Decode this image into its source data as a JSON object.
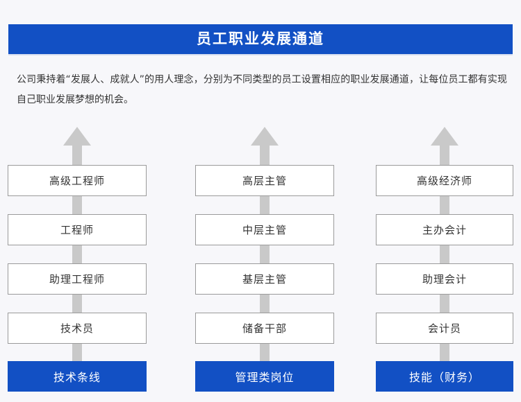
{
  "header": {
    "title": "员工职业发展通道",
    "background_color": "#1250c4",
    "text_color": "#ffffff"
  },
  "intro": {
    "paragraph": "公司秉持着“发展人、成就人”的用人理念，分别为不同类型的员工设置相应的职业发展通道，让每位员工都有实现自己职业发展梦想的机会。"
  },
  "page": {
    "background_color": "#f7f7fa",
    "arrow_color": "#c9c9c9",
    "node_border_color": "#9a9a9a",
    "node_background": "#ffffff",
    "base_background": "#1250c4"
  },
  "columns": [
    {
      "id": "technical-track",
      "arrow_icon": "up-arrow-icon",
      "levels": [
        {
          "label": "高级工程师"
        },
        {
          "label": "工程师"
        },
        {
          "label": "助理工程师"
        },
        {
          "label": "技术员"
        }
      ],
      "base": {
        "label": "技术条线"
      }
    },
    {
      "id": "management-track",
      "arrow_icon": "up-arrow-icon",
      "levels": [
        {
          "label": "高层主管"
        },
        {
          "label": "中层主管"
        },
        {
          "label": "基层主管"
        },
        {
          "label": "储备干部"
        }
      ],
      "base": {
        "label": "管理类岗位"
      }
    },
    {
      "id": "skill-finance-track",
      "arrow_icon": "up-arrow-icon",
      "levels": [
        {
          "label": "高级经济师"
        },
        {
          "label": "主办会计"
        },
        {
          "label": "助理会计"
        },
        {
          "label": "会计员"
        }
      ],
      "base": {
        "label": "技能（财务）"
      }
    }
  ]
}
